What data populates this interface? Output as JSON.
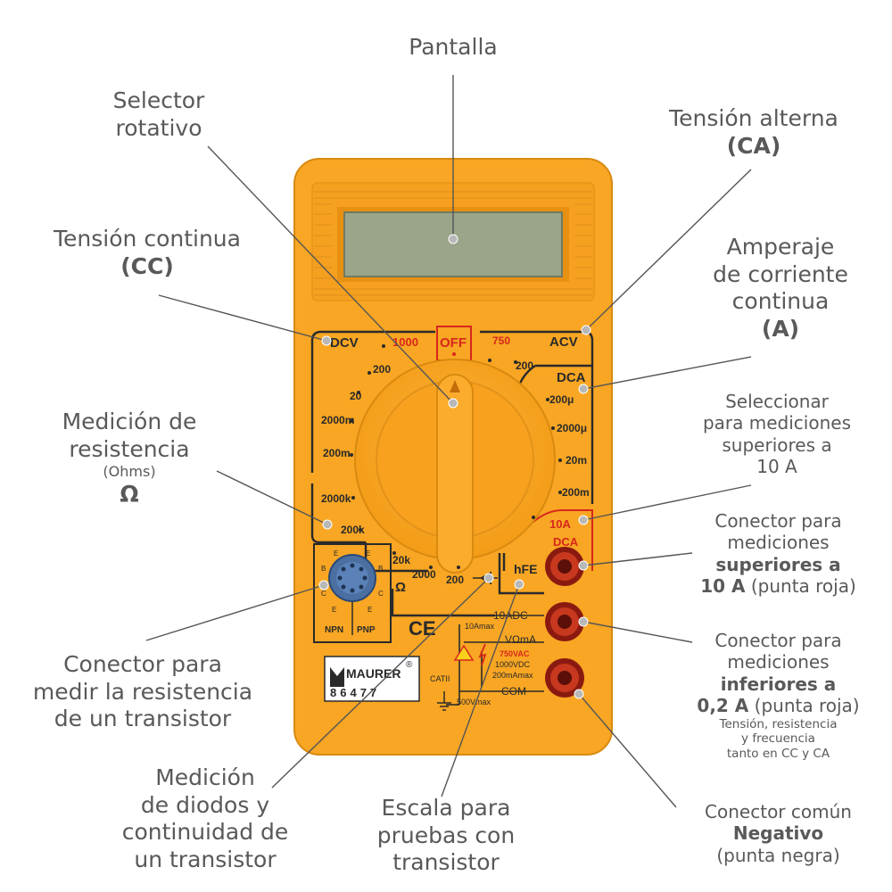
{
  "meter": {
    "body_color": "#f8a623",
    "border_color": "#d88a10",
    "screen_color": "#9aa58a",
    "accent_red": "#d8261c",
    "ink": "#2a2a2a",
    "scales": {
      "dcv": "DCV",
      "dcv_1000": "1000",
      "dcv_200": "200",
      "dcv_20": "20",
      "dcv_2000m": "2000m",
      "dcv_200m": "200m",
      "off": "OFF",
      "acv_750": "750",
      "acv": "ACV",
      "acv_200": "200",
      "dca": "DCA",
      "dca_200u": "200μ",
      "dca_2000u": "2000μ",
      "dca_20m": "20m",
      "dca_200m": "200m",
      "ohm_2000k": "2000k",
      "ohm_200k": "200k",
      "ohm_20k": "20k",
      "ohm_2000": "2000",
      "ohm_200": "200",
      "ohm_sym": "Ω",
      "hfe": "hFE",
      "r10a": "10A",
      "r10a_dca": "DCA"
    },
    "socket_labels": {
      "npn": "NPN",
      "pnp": "PNP",
      "e": "E",
      "b": "B",
      "c": "C"
    },
    "jacks": {
      "j10adc": "10ADC",
      "j10amax": "10Amax",
      "vma": "VΩmA",
      "v750": "750VAC",
      "v1000": "1000VDC",
      "ma200": "200mAmax",
      "com": "COM",
      "cat": "CATII",
      "v500": "500Vmax"
    },
    "brand": {
      "name": "MAURER",
      "reg": "®",
      "model": "86477"
    },
    "ce": "CE"
  },
  "labels": {
    "pantalla": {
      "lines": [
        "Pantalla"
      ]
    },
    "selector": {
      "lines": [
        "Selector",
        "rotativo"
      ]
    },
    "ca": {
      "l1": "Tensión alterna",
      "l2": "(CA)"
    },
    "cc": {
      "l1": "Tensión continua",
      "l2": "(CC)"
    },
    "amperaje": {
      "l1": "Amperaje",
      "l2": "de corriente",
      "l3": "continua",
      "l4": "(A)"
    },
    "seleccionar": {
      "l1": "Seleccionar",
      "l2": "para mediciones",
      "l3": "superiores a",
      "l4": "10 A"
    },
    "resistencia": {
      "l1": "Medición de",
      "l2": "resistencia",
      "l3": "(Ohms)",
      "l4": "Ω"
    },
    "conector_sup": {
      "l1": "Conector para",
      "l2": "mediciones",
      "l3": "superiores a",
      "l4b": "10 A",
      "l4": " (punta roja)"
    },
    "conector_inf": {
      "l1": "Conector para",
      "l2": "mediciones",
      "l3": "inferiores a",
      "l4b": "0,2 A",
      "l4": " (punta roja)",
      "s1": "Tensión, resistencia",
      "s2": "y frecuencia",
      "s3": "tanto en CC y CA"
    },
    "transistor": {
      "l1": "Conector para",
      "l2": "medir la resistencia",
      "l3": "de un transistor"
    },
    "diodos": {
      "l1": "Medición",
      "l2": "de diodos y",
      "l3": "continuidad de",
      "l4": "un transistor"
    },
    "escala": {
      "l1": "Escala para",
      "l2": "pruebas con",
      "l3": "transistor"
    },
    "comun": {
      "l1": "Conector común",
      "l2": "Negativo",
      "l3": "(punta negra)"
    }
  }
}
